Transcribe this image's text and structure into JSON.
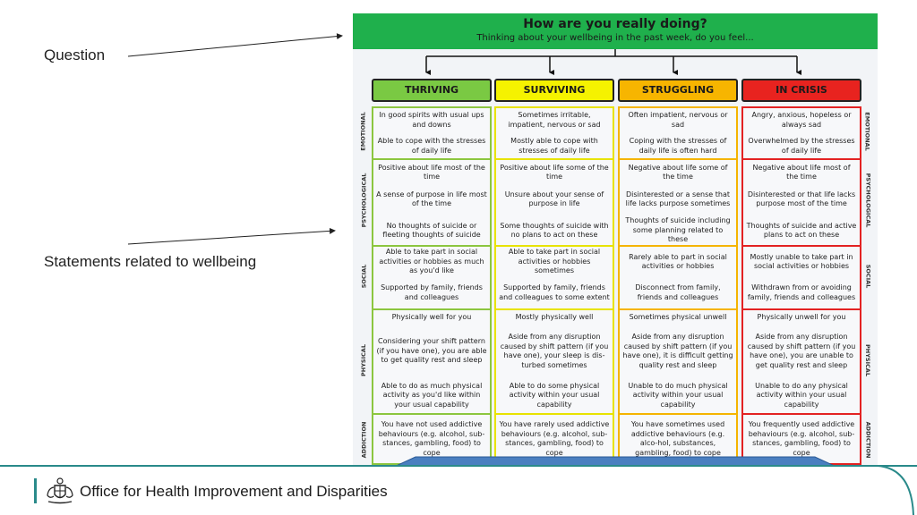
{
  "annotations": {
    "question": "Question",
    "statements": "Statements related to wellbeing"
  },
  "banner": {
    "title": "How are you really doing?",
    "subtitle": "Thinking about your wellbeing in the past week, do you feel..."
  },
  "categories": [
    "EMOTIONAL",
    "PSYCHOLOGICAL",
    "SOCIAL",
    "PHYSICAL",
    "ADDICTION"
  ],
  "columns": [
    {
      "header": "THRIVING",
      "header_color": "#7ac943",
      "border_color": "#8cc63f",
      "cells": [
        "In good spirits with usual ups and downs",
        "Able to cope with the stresses of daily life",
        "Positive about life most of the time",
        "A sense of purpose in life most of the time",
        "No thoughts of suicide or fleeting thoughts of suicide",
        "Able to take part in social activities or hobbies as much as you'd like",
        "Supported by family, friends and colleagues",
        "Physically well for you",
        "Considering your shift pattern (if you have one), you are able to get quality rest and sleep",
        "Able to do as much physical activity as you'd like within your usual capability",
        "You have not used addictive behaviours (e.g. alcohol, sub-stances, gambling, food) to cope"
      ]
    },
    {
      "header": "SURVIVING",
      "header_color": "#f5f200",
      "border_color": "#e8e300",
      "cells": [
        "Sometimes irritable, impatient, nervous or sad",
        "Mostly able to cope with stresses of daily life",
        "Positive about life some of the time",
        "Unsure about your sense of purpose in life",
        "Some thoughts of suicide with no plans to act on these",
        "Able to take part in social activities or hobbies sometimes",
        "Supported by family, friends and colleagues to some extent",
        "Mostly physically well",
        "Aside from any disruption caused by shift pattern (if you have one), your sleep is dis-turbed sometimes",
        "Able to do some physical activity within your usual capability",
        "You have rarely used addictive behaviours (e.g. alcohol, sub-stances, gambling, food) to cope"
      ]
    },
    {
      "header": "STRUGGLING",
      "header_color": "#f7b500",
      "border_color": "#f5b400",
      "cells": [
        "Often impatient, nervous or sad",
        "Coping with the stresses of daily life is often hard",
        "Negative about life some of the time",
        "Disinterested or a sense that life lacks purpose sometimes",
        "Thoughts of suicide including some planning related to these",
        "Rarely able to part in social activities or hobbies",
        "Disconnect from family, friends and colleagues",
        "Sometimes physical unwell",
        "Aside from any disruption caused by shift pattern (if you have one), it is difficult getting quality rest and sleep",
        "Unable to do much physical activity within your usual capability",
        "You have sometimes used addictive behaviours (e.g. alco-hol, substances, gambling, food) to cope"
      ]
    },
    {
      "header": "IN CRISIS",
      "header_color": "#e8231f",
      "border_color": "#e32222",
      "cells": [
        "Angry, anxious, hopeless or always sad",
        "Overwhelmed by the stresses of daily life",
        "Negative about life most of the time",
        "Disinterested or that life lacks purpose most of the time",
        "Thoughts of suicide and active plans to act on these",
        "Mostly unable to take part in social activities or hobbies",
        "Withdrawn from or avoiding family, friends and colleagues",
        "Physically unwell for you",
        "Aside from any disruption caused by shift pattern (if you have one), you are unable to get quality rest and sleep",
        "Unable to do any physical activity within your usual capability",
        "You frequently used addictive behaviours (e.g. alcohol, sub-stances, gambling, food) to cope"
      ]
    }
  ],
  "footer": {
    "organisation": "Office for Health Improvement and Disparities"
  },
  "colors": {
    "banner": "#1fb04c",
    "footer_line": "#2a8a8a"
  },
  "icons": {
    "crest": "royal-coat-of-arms-icon"
  }
}
